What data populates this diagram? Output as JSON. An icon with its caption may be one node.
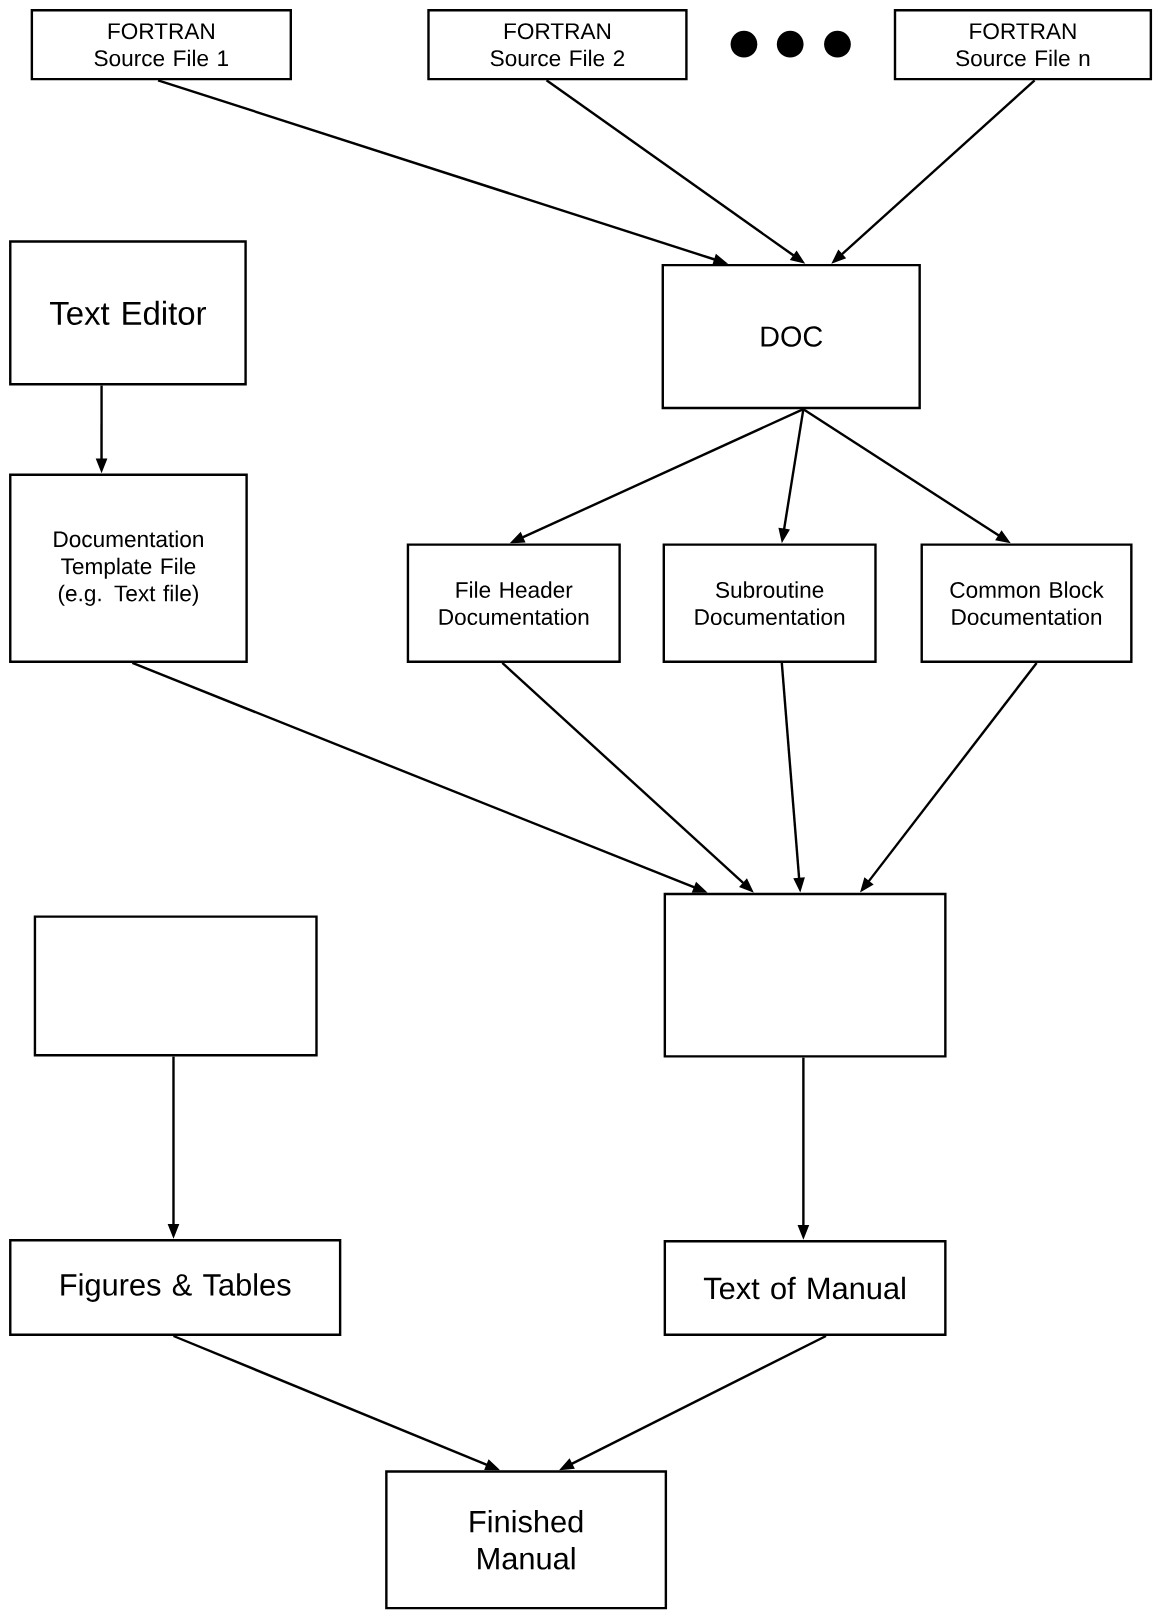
{
  "diagram": {
    "nodes": [
      {
        "text": [
          "FORTRAN Source File 1"
        ]
      },
      {
        "text": [
          "FORTRAN Source File 2"
        ]
      },
      {
        "text": [
          "FORTRAN Source File n"
        ]
      },
      {
        "text": [
          "Text Editor"
        ]
      },
      {
        "text": [
          "DOC"
        ]
      },
      {
        "text": [
          "Documentation Template File (e.g. Text file)"
        ]
      },
      {
        "text": [
          "File Header Documentation"
        ]
      },
      {
        "text": [
          "Subroutine Documentation"
        ]
      },
      {
        "text": [
          "Common Block Documentation"
        ]
      },
      {
        "text": [],
        "shape": "box"
      },
      {
        "text": [],
        "shape": "box"
      },
      {
        "text": [
          "Figures & Tables"
        ]
      },
      {
        "text": [
          "Text of Manual"
        ]
      },
      {
        "text": [
          "Finished Manual"
        ]
      }
    ],
    "edges": [
      {
        "from": 0,
        "to": 4,
        "arrow": "to"
      },
      {
        "from": 1,
        "to": 4,
        "arrow": "to"
      },
      {
        "from": 2,
        "to": 4,
        "arrow": "to"
      },
      {
        "from": 3,
        "to": 5,
        "arrow": "to"
      },
      {
        "from": 4,
        "to": 6,
        "arrow": "to"
      },
      {
        "from": 4,
        "to": 7,
        "arrow": "to"
      },
      {
        "from": 4,
        "to": 8,
        "arrow": "to"
      },
      {
        "from": 5,
        "to": 10,
        "arrow": "to"
      },
      {
        "from": 6,
        "to": 10,
        "arrow": "to"
      },
      {
        "from": 7,
        "to": 10,
        "arrow": "to"
      },
      {
        "from": 8,
        "to": 10,
        "arrow": "to"
      },
      {
        "from": 9,
        "to": 11,
        "arrow": "to"
      },
      {
        "from": 10,
        "to": 12,
        "arrow": "to"
      },
      {
        "from": 11,
        "to": 13,
        "arrow": "to"
      },
      {
        "from": 12,
        "to": 13,
        "arrow": "to"
      }
    ]
  }
}
